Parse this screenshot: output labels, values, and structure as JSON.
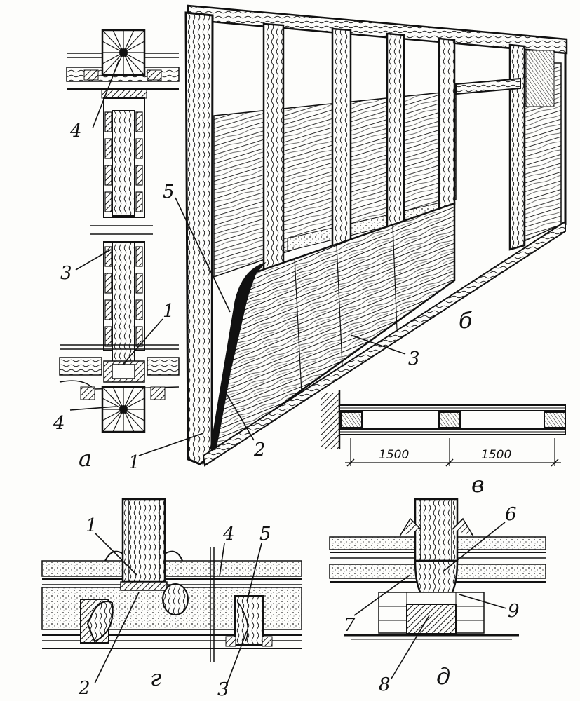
{
  "panels": {
    "a": "а",
    "b": "б",
    "v": "в",
    "g": "г",
    "d": "д"
  },
  "callouts": {
    "a_4_top": "4",
    "a_3": "3",
    "a_1": "1",
    "a_4_bottom": "4",
    "b_5": "5",
    "b_3": "3",
    "b_2": "2",
    "b_1": "1",
    "g_1": "1",
    "g_4": "4",
    "g_5": "5",
    "g_2": "2",
    "g_3": "3",
    "d_6": "6",
    "d_7": "7",
    "d_9": "9",
    "d_8": "8"
  },
  "dimensions": {
    "span_left": "1500",
    "span_right": "1500"
  },
  "colors": {
    "ink": "#111111",
    "paper": "#fdfdfb",
    "hatch": "#333333"
  }
}
